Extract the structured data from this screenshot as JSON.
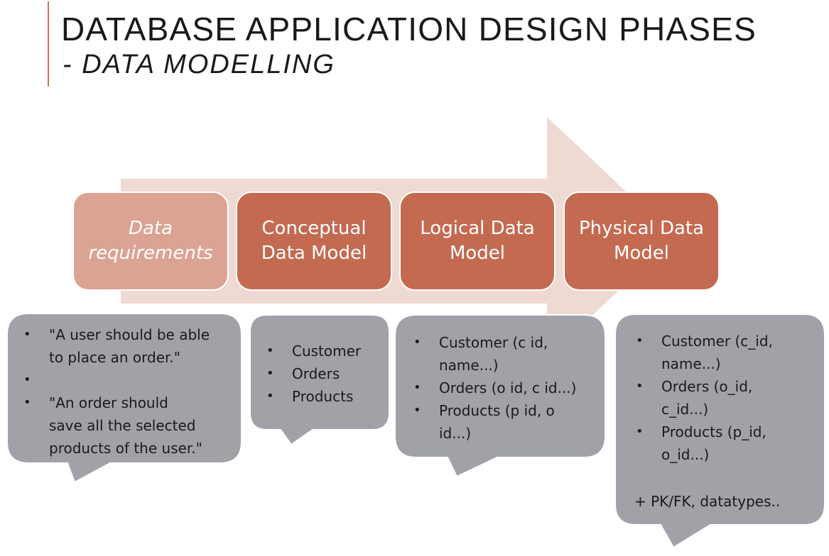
{
  "title": {
    "line1": "DATABASE APPLICATION DESIGN PHASES",
    "line2": "- DATA MODELLING"
  },
  "colors": {
    "accent": "#c9725a",
    "stage_light": "#dba393",
    "stage_dark": "#c46a51",
    "arrow": "#eed9d3",
    "callout": "#a0a2a8"
  },
  "stages": [
    {
      "line1": "Data",
      "line2": "requirements"
    },
    {
      "line1": "Conceptual",
      "line2": "Data Model"
    },
    {
      "line1": "Logical Data",
      "line2": "Model"
    },
    {
      "line1": "Physical Data",
      "line2": "Model"
    }
  ],
  "callouts": {
    "requirements": [
      [
        "\"A user should be able",
        "to place an order.\""
      ],
      [
        "\"An order should",
        "save all the selected",
        "products of the user.\""
      ]
    ],
    "conceptual": [
      "Customer",
      "Orders",
      "Products"
    ],
    "logical": [
      [
        "Customer (c id,",
        "name...)"
      ],
      [
        "Orders (o id, c id...)"
      ],
      [
        "Products (p id, o",
        "id...)"
      ]
    ],
    "physical": [
      [
        "Customer (c_id,",
        "name...)"
      ],
      [
        "Orders (o_id,",
        "c_id...)"
      ],
      [
        "Products (p_id,",
        "o_id...)"
      ]
    ],
    "physical_note": "+ PK/FK, datatypes.."
  }
}
